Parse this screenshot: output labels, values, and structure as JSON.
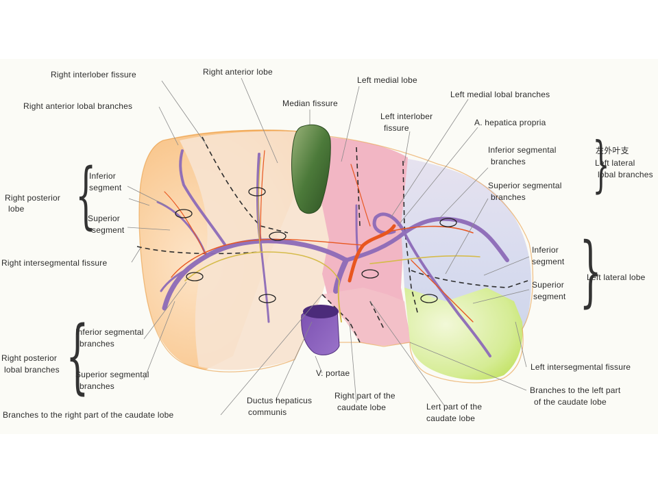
{
  "labels": {
    "right_interlober_fissure": "Right interlober fissure",
    "right_anterior_lobe": "Right anterior lobe",
    "left_medial_lobe": "Left medial lobe",
    "left_medial_lobal_branches": "Left medial lobal branches",
    "right_anterior_lobal_branches": "Right anterior lobal branches",
    "median_fissure": "Median fissure",
    "left_interlober_fissure_1": "Left interlober",
    "left_interlober_fissure_2": "fissure",
    "a_hepatica_propria": "A. hepatica propria",
    "right_posterior_lobe_1": "Right posterior",
    "right_posterior_lobe_2": "lobe",
    "inferior_segment_right_1": "Inferior",
    "inferior_segment_right_2": "segment",
    "superior_segment_right_1": "Superior",
    "superior_segment_right_2": "segment",
    "left_inferior_segmental_branches_1": "Inferior segmental",
    "left_inferior_segmental_branches_2": "branches",
    "left_superior_segmental_branches_1": "Superior segmental",
    "left_superior_segmental_branches_2": "branches",
    "chinese_label": "左外叶支",
    "left_lateral_lobal_branches_1": "Left lateral",
    "left_lateral_lobal_branches_2": "lobal branches",
    "right_intersegmental_fissure": "Right intersegmental fissure",
    "inferior_segment_left_1": "Inferior",
    "inferior_segment_left_2": "segment",
    "superior_segment_left_1": "Superior",
    "superior_segment_left_2": "segment",
    "left_lateral_lobe": "Left lateral lobe",
    "right_inferior_segmental_branches_1": "Inferior segmental",
    "right_inferior_segmental_branches_2": "branches",
    "right_posterior_lobal_branches_1": "Right posterior",
    "right_posterior_lobal_branches_2": "lobal branches",
    "right_superior_segmental_branches_1": "Superior segmental",
    "right_superior_segmental_branches_2": "branches",
    "v_portae": "V. portae",
    "left_intersegmental_fissure": "Left intersegmental fissure",
    "branches_left_caudate_1": "Branches to the left part",
    "branches_left_caudate_2": "of the caudate lobe",
    "ductus_hepaticus_1": "Ductus hepaticus",
    "ductus_hepaticus_2": "communis",
    "right_part_caudate_1": "Right part of the",
    "right_part_caudate_2": "caudate lobe",
    "left_part_caudate_1": "Lert part of the",
    "left_part_caudate_2": "caudate lobe",
    "branches_right_caudate": "Branches to the right part of the caudate lobe"
  },
  "colors": {
    "background": "#ffffff",
    "plate": "#fbfbf6",
    "right_posterior_lobe": "#f9d3a8",
    "right_anterior_lobe": "#f6e1cc",
    "left_medial_lobe": "#f3b8c6",
    "left_lateral_superior": "#dcdff0",
    "left_lateral_inferior": "#d6eca2",
    "gallbladder": "#4f7a3d",
    "portal_vein": "#8a64b0",
    "hepatic_artery": "#e2431f",
    "bile_duct": "#d6b84a"
  }
}
